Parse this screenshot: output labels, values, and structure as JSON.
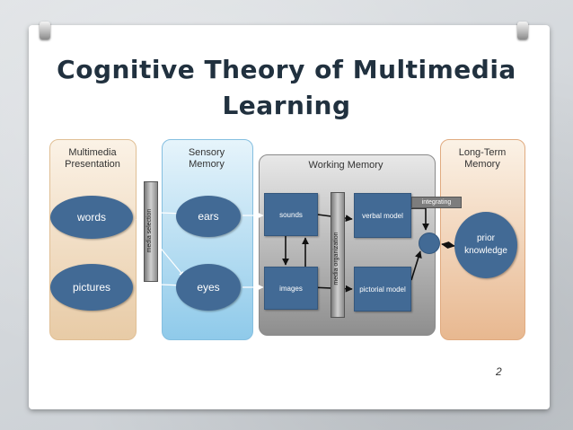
{
  "slide": {
    "title": "Cognitive Theory of Multimedia Learning",
    "page_number": "2"
  },
  "diagram": {
    "sections": {
      "multimedia_presentation": "Multimedia Presentation",
      "sensory_memory": "Sensory Memory",
      "working_memory": "Working  Memory",
      "long_term_memory": "Long-Term Memory"
    },
    "nodes": {
      "words": "words",
      "pictures": "pictures",
      "ears": "ears",
      "eyes": "eyes",
      "sounds": "sounds",
      "images": "images",
      "verbal_model": "verbal model",
      "pictorial_model": "pictorial model",
      "prior_knowledge": "prior knowledge"
    },
    "processes": {
      "media_selection": "media selection",
      "media_organization": "media organization",
      "integrating": "integrating"
    },
    "colors": {
      "node_fill": "#426a95",
      "process_bar": "#7d7d7d"
    }
  }
}
